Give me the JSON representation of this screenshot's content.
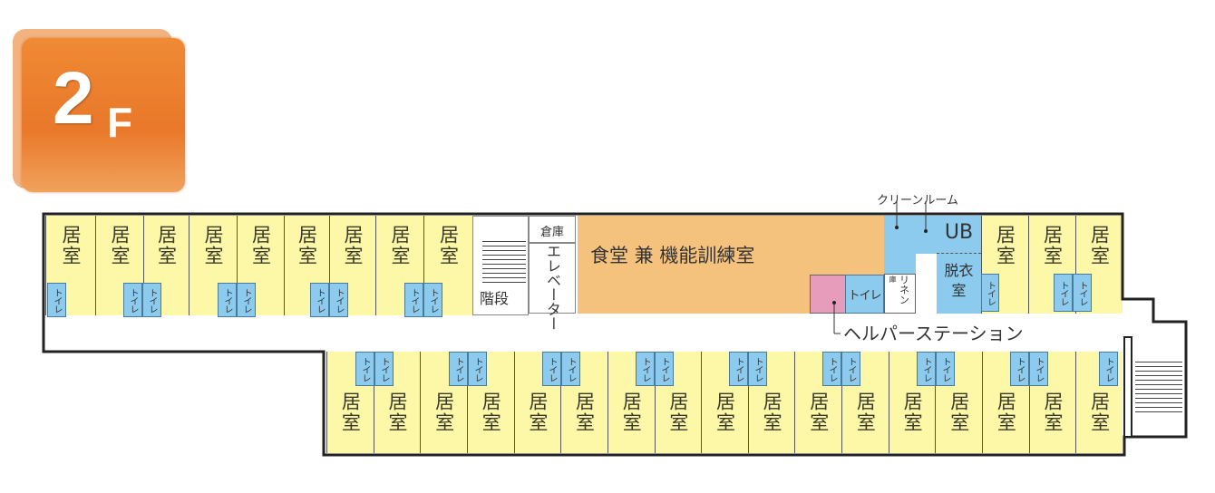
{
  "floor_badge": {
    "number": "2",
    "suffix": "F"
  },
  "rooms": {
    "resident_room": "居室",
    "toilet": "トイレ",
    "stairs": "階段",
    "storage": "倉庫",
    "elevator": "エレベーター",
    "dining": "食堂 兼 機能訓練室",
    "clean_room": "クリーンルーム",
    "linen": "リネン",
    "linen_prefix": "庫",
    "unit_bath": "UB",
    "dressing_room": "脱衣室",
    "helper_station": "ヘルパーステーション"
  },
  "colors": {
    "resident": "#fdf7a8",
    "toilet": "#8ccbee",
    "dining": "#f5c27e",
    "helper": "#e79cbb",
    "badge": "#ea7a2c"
  }
}
